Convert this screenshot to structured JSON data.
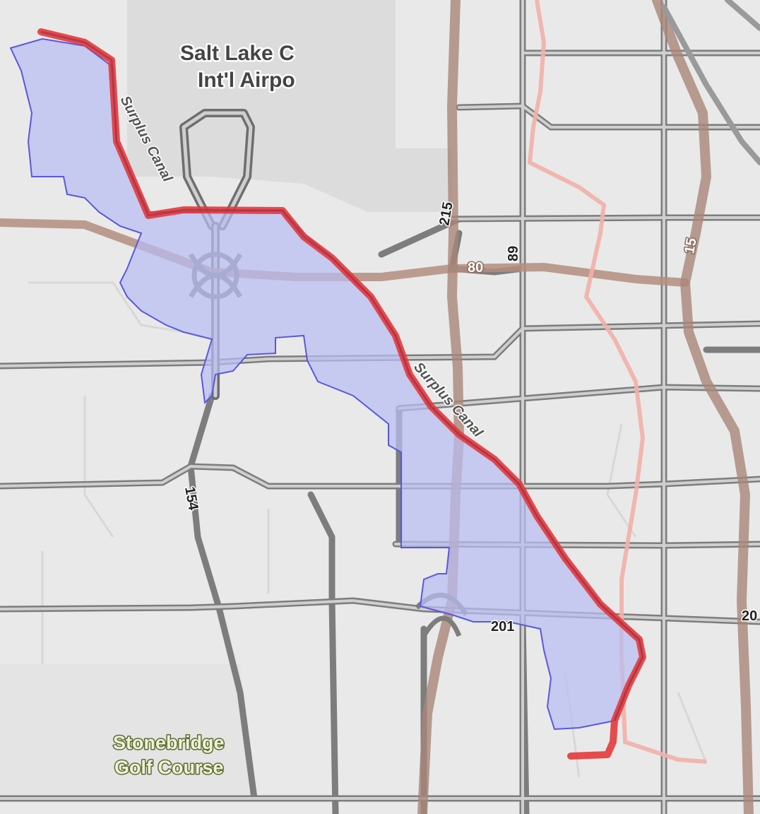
{
  "map": {
    "labels": {
      "airport_line1": "Salt Lake C",
      "airport_line2": "Int'l Airpo",
      "golf_line1": "Stonebridge",
      "golf_line2": "Golf Course",
      "canal_north": "Surplus Canal",
      "canal_south": "Surplus Canal"
    },
    "route_shields": {
      "i80": "80",
      "i215_north": "215",
      "i89": "89",
      "i15": "15",
      "sr154": "154",
      "sr201": "201",
      "sr201_east": "20"
    },
    "colors": {
      "background": "#e9e9e9",
      "airport_area": "#dcdcdc",
      "road": "#9a9a9a",
      "road_casing": "#6e6e6e",
      "highway": "#b08878",
      "boundary_fill": "#b9bdf2",
      "boundary_stroke": "#5858e0",
      "canal_highlight": "#e43a3a",
      "pink_route": "#f2b0a8"
    }
  }
}
